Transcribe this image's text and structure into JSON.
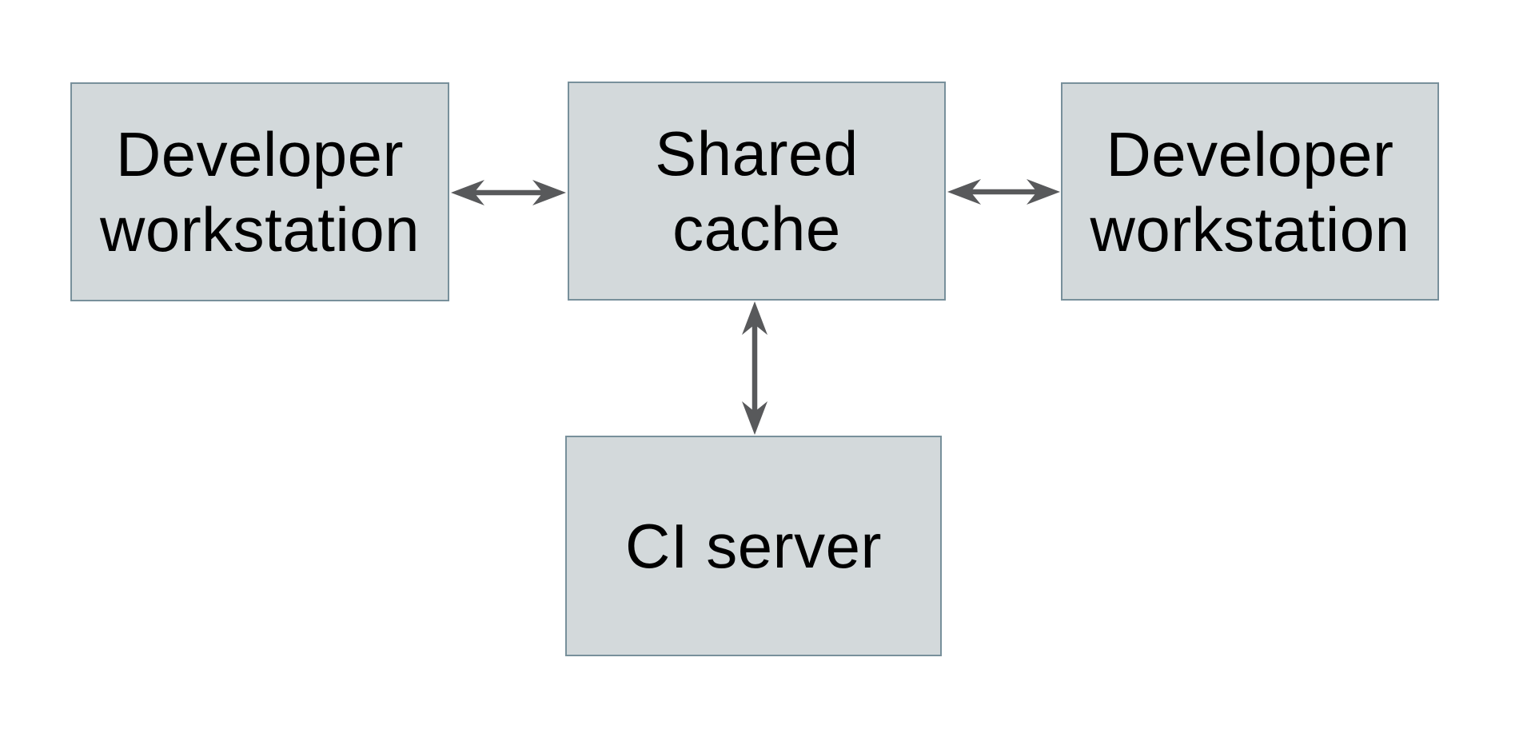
{
  "theme": {
    "background": "#ffffff",
    "box_fill": "#d3d9db",
    "box_border": "#78909b",
    "arrow_color": "#58595b",
    "text_color": "#000000"
  },
  "diagram": {
    "type": "architecture-diagram",
    "nodes": {
      "dev_left": {
        "label": "Developer\nworkstation"
      },
      "shared_cache": {
        "label": "Shared\ncache"
      },
      "dev_right": {
        "label": "Developer\nworkstation"
      },
      "ci_server": {
        "label": "CI server"
      }
    },
    "edges": [
      {
        "from": "Developer workstation (left)",
        "to": "Shared cache",
        "style": "double-arrow"
      },
      {
        "from": "Shared cache",
        "to": "Developer workstation (right)",
        "style": "double-arrow"
      },
      {
        "from": "Shared cache",
        "to": "CI server",
        "style": "double-arrow"
      }
    ]
  }
}
